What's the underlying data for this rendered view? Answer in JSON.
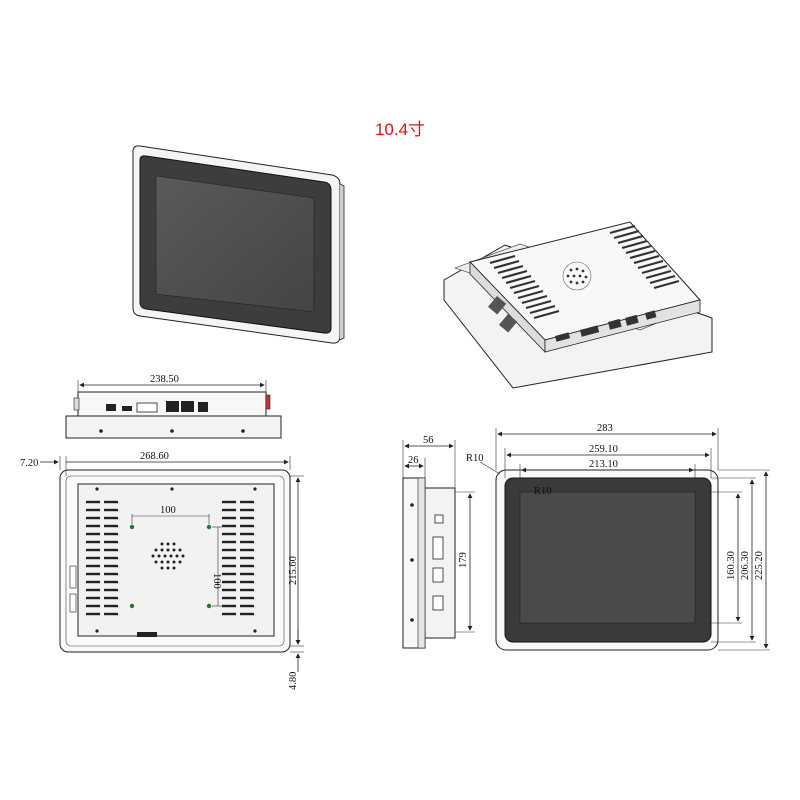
{
  "title": "10.4寸",
  "dims": {
    "side_top_width": "238.50",
    "back_left_offset": "7.20",
    "back_width": "268.60",
    "back_hole_h": "100",
    "back_hole_v": "100",
    "back_height": "215.60",
    "back_bottom_offset": "4.80",
    "side_depth": "56",
    "side_depth_inner": "26",
    "side_mount_height": "179",
    "front_width": "283",
    "front_inner_width": "259.10",
    "front_screen_width": "213.10",
    "front_radius_outer": "R10",
    "front_radius_inner": "R10",
    "front_screen_height": "160.30",
    "front_inner_height": "206.30",
    "front_height": "225.20"
  }
}
